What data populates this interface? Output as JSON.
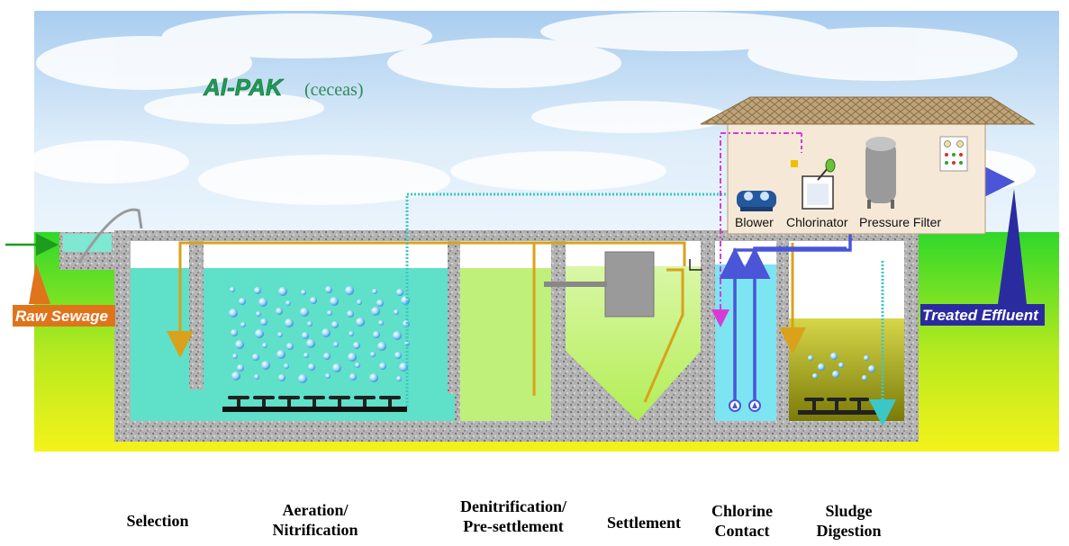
{
  "title": {
    "brand": "Al-PAK",
    "sub": "(ceceas)"
  },
  "labels": {
    "raw_sewage": "Raw Sewage",
    "treated_effluent": "Treated Effluent",
    "blower": "Blower",
    "chlorinator": "Chlorinator",
    "pressure_filter": "Pressure Filter"
  },
  "stages": {
    "selection": [
      "Selection"
    ],
    "aeration": [
      "Aeration/",
      "Nitrification"
    ],
    "denitrification": [
      "Denitrification/",
      "Pre-settlement"
    ],
    "settlement": [
      "Settlement"
    ],
    "chlorine": [
      "Chlorine",
      "Contact"
    ],
    "sludge": [
      "Sludge",
      "Digestion"
    ]
  },
  "colors": {
    "sky": "#cfe3f5",
    "ground_top": "#33dd22",
    "ground_bottom": "#f2f21a",
    "concrete": "#a8a8a8",
    "aeration_water": "#5fe0c8",
    "settle_water": "#bff07a",
    "chlorine_water": "#7de4f2",
    "sludge": "#9b9b10",
    "orange_pipe": "#d9a21a",
    "blue_pipe": "#4a55d8",
    "raw_sewage": "#e0741a",
    "treated_effluent": "#2b2ba0",
    "brand_green": "#1f9c55"
  }
}
